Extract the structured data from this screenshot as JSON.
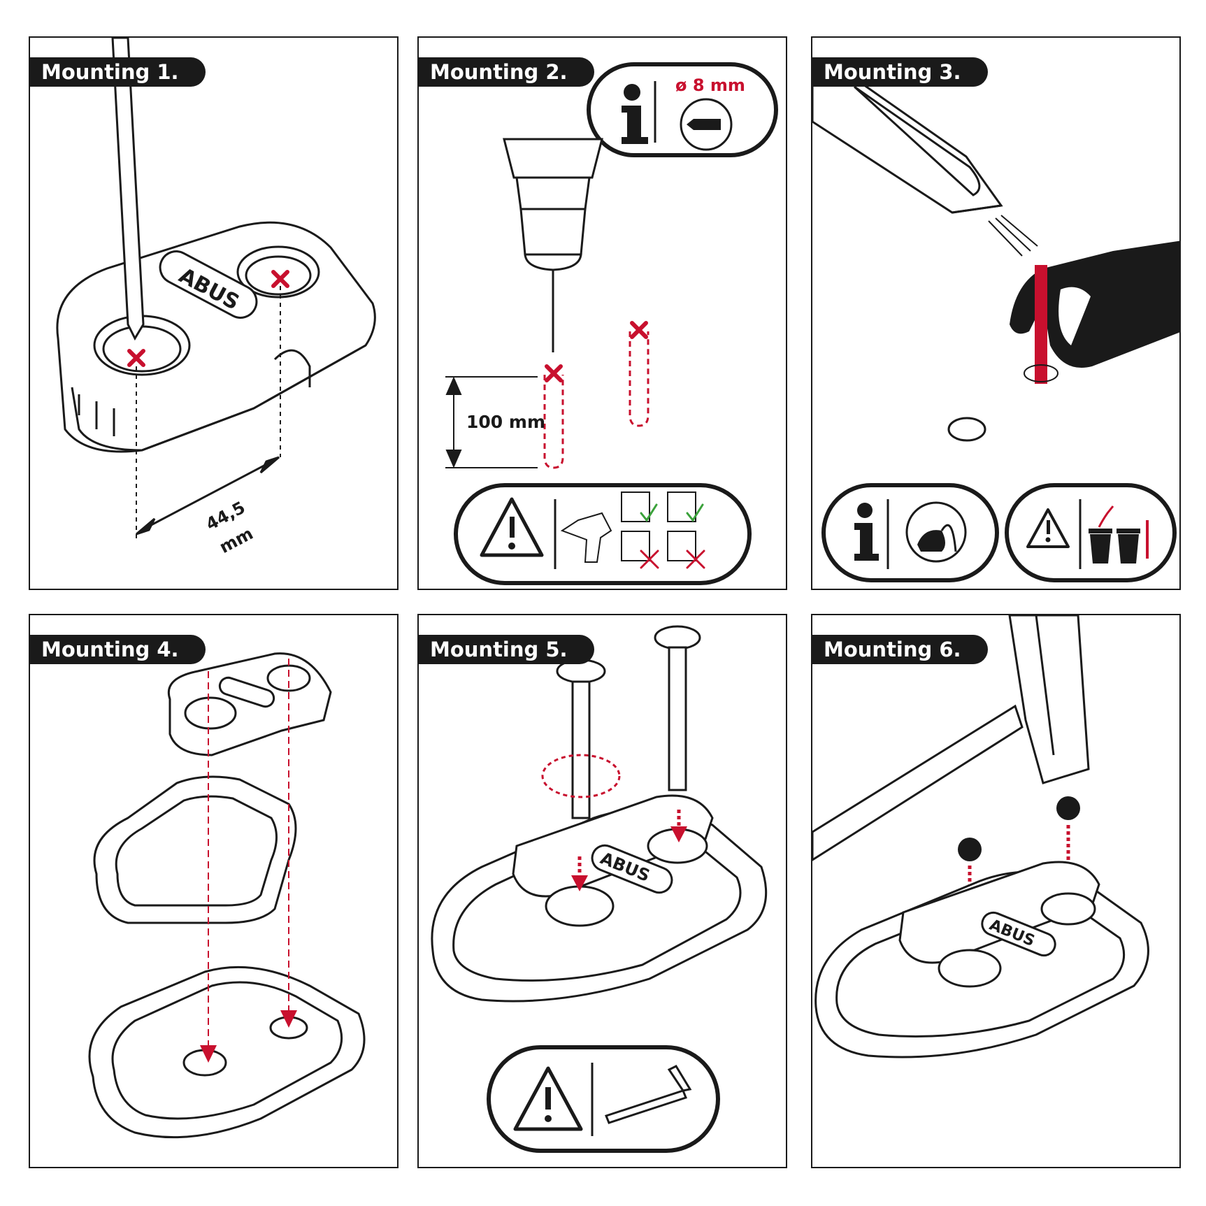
{
  "steps": [
    {
      "title": "Mounting 1."
    },
    {
      "title": "Mounting 2."
    },
    {
      "title": "Mounting 3."
    },
    {
      "title": "Mounting 4."
    },
    {
      "title": "Mounting 5."
    },
    {
      "title": "Mounting 6."
    }
  ],
  "step1": {
    "spacing_value": "44,5",
    "spacing_unit": "mm"
  },
  "step2": {
    "drill_diameter": "ø 8 mm",
    "drill_depth": "100 mm"
  },
  "logo_text": "ABUS",
  "icons": {
    "step1": [
      "screwdriver-icon",
      "mark-cross-icon"
    ],
    "step2": [
      "info-icon",
      "drill-bit-icon",
      "warning-icon",
      "power-drill-icon",
      "stone-wall-ok-icon",
      "brick-wall-ok-icon",
      "hollow-brick-no-icon",
      "wood-no-icon"
    ],
    "step3": [
      "vacuum-nozzle-icon",
      "hand-icon",
      "info-icon",
      "vacuum-cleaner-icon",
      "warning-icon",
      "cups-icon"
    ],
    "step4": [
      "cover-icon",
      "ring-icon",
      "base-plate-icon"
    ],
    "step5": [
      "screw-icon",
      "rotate-icon",
      "warning-icon",
      "hex-key-icon"
    ],
    "step6": [
      "hammer-icon",
      "dot-icon"
    ]
  },
  "colors": {
    "accent_red": "#c8102e",
    "ink": "#1a1a1a",
    "background": "#ffffff"
  }
}
